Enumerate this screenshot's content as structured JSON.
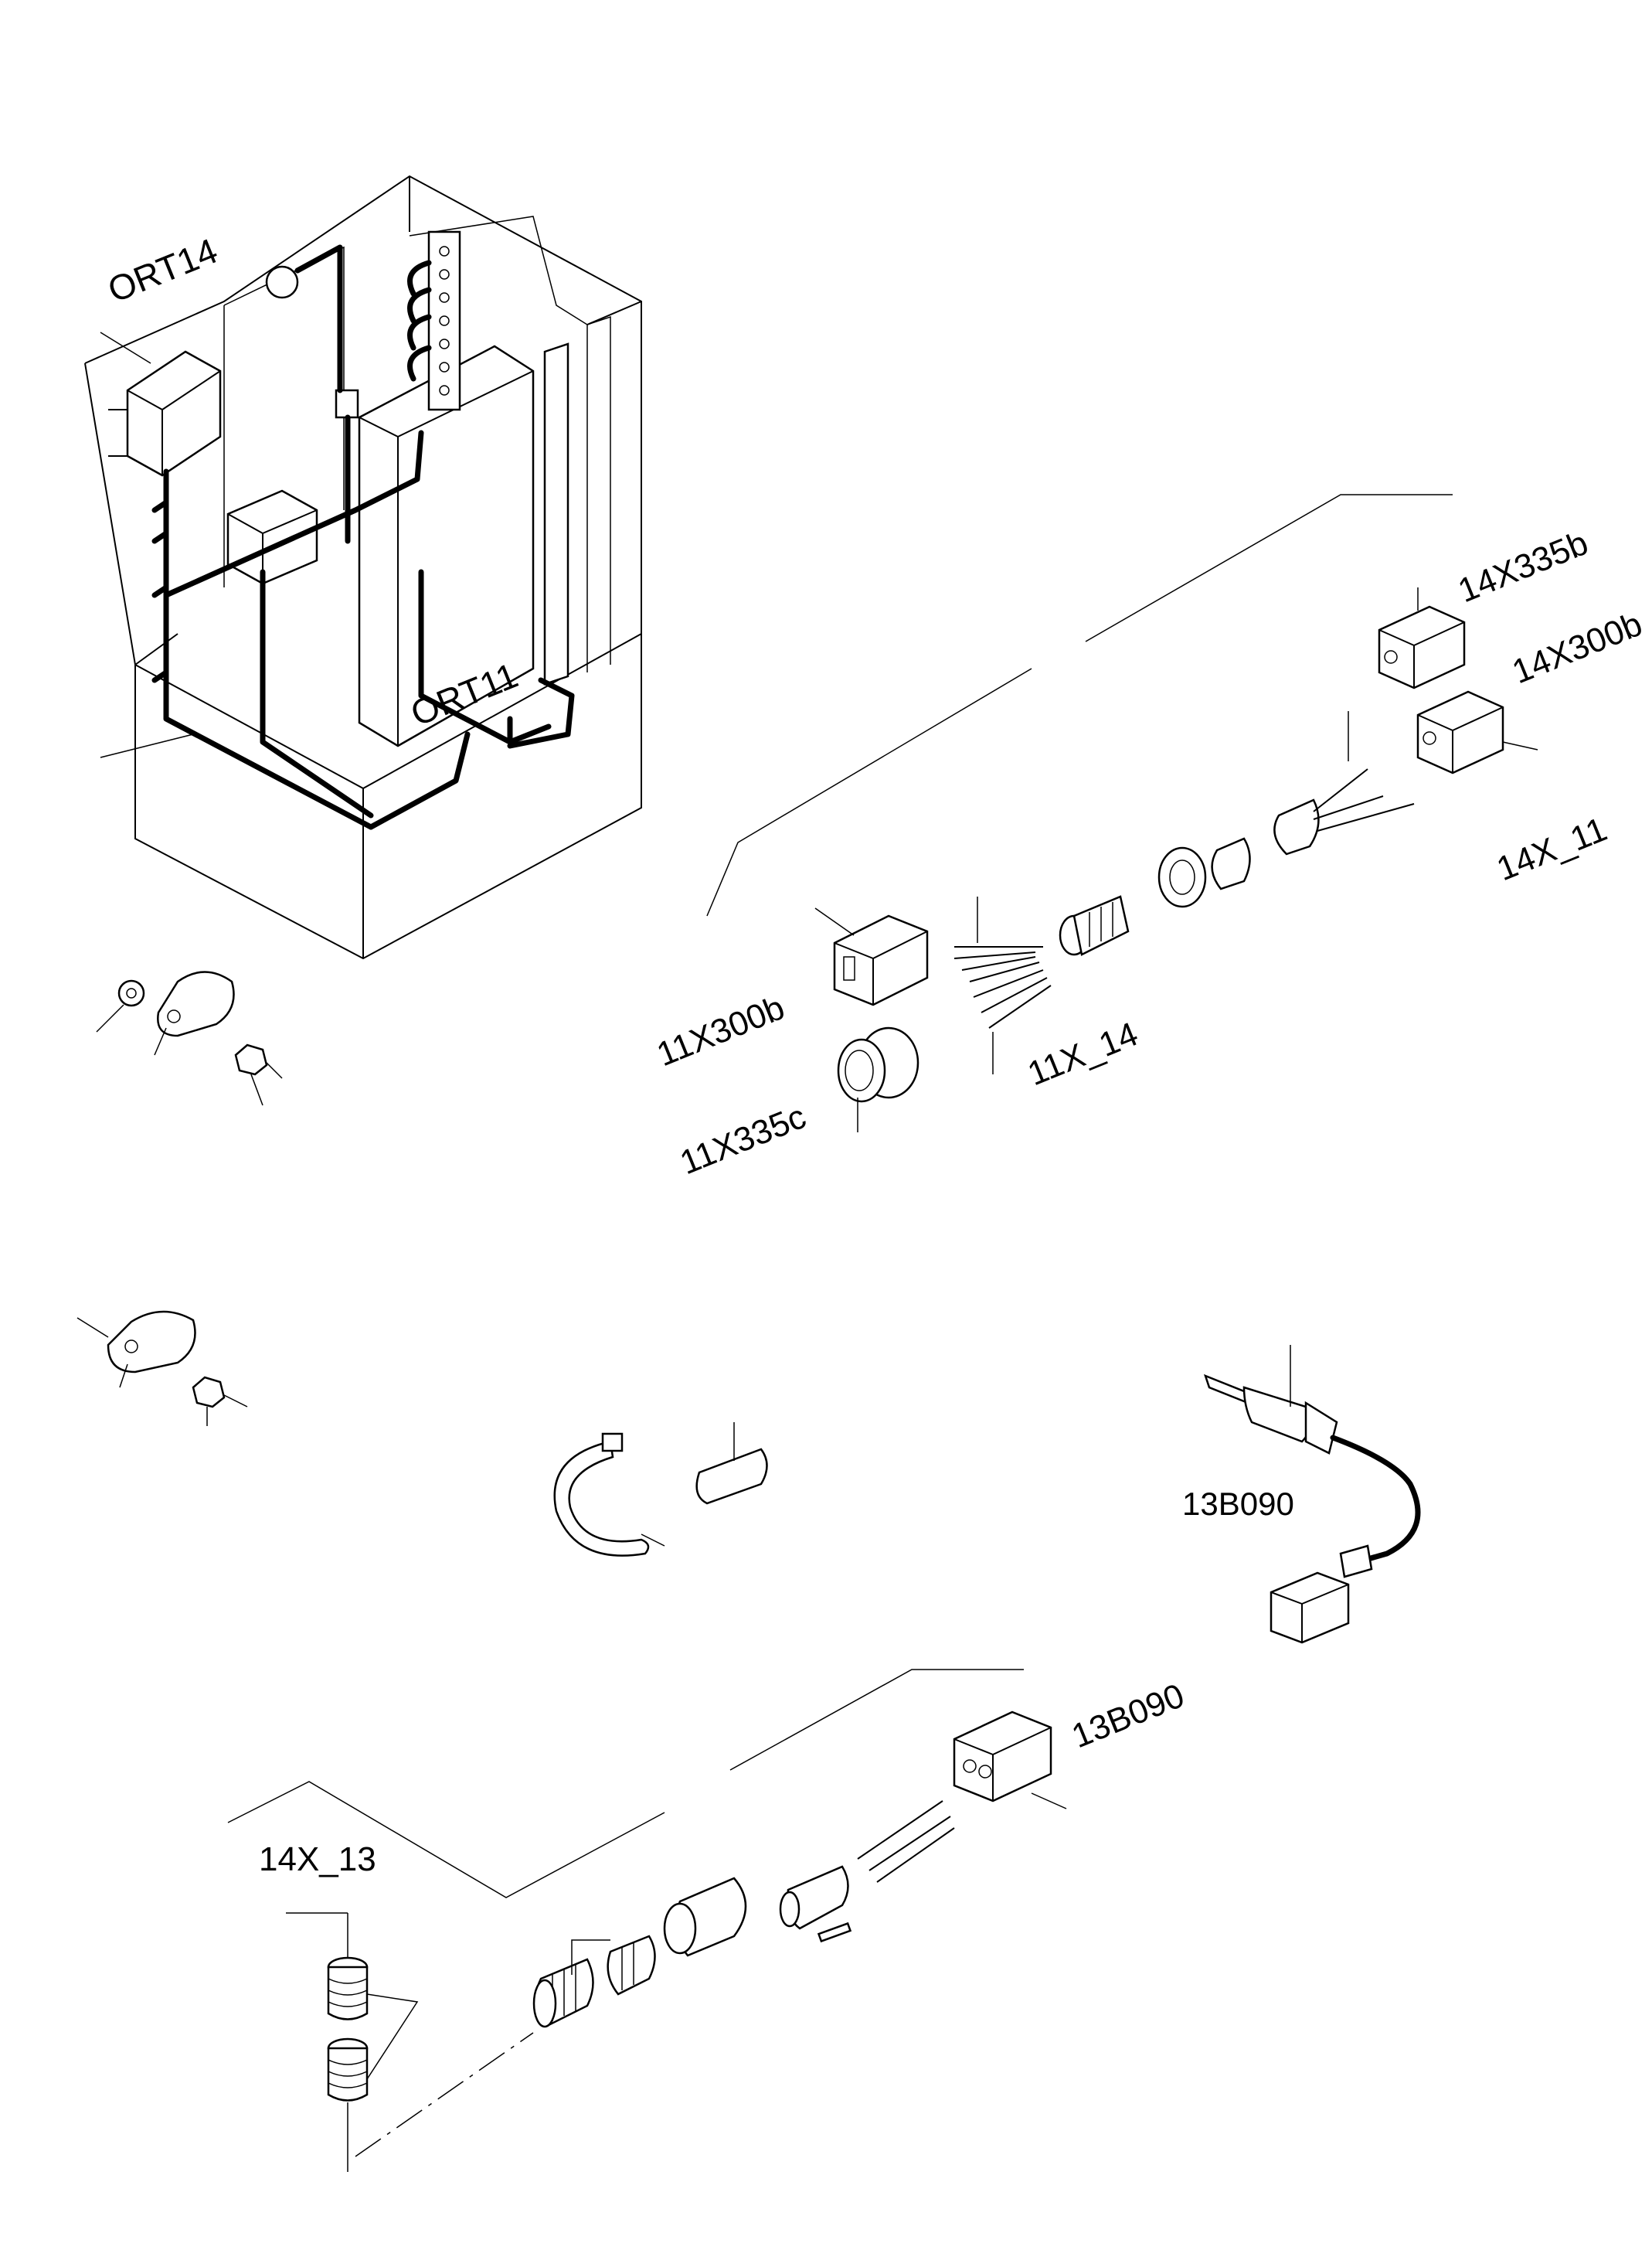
{
  "labels": {
    "ort14": "ORT14",
    "ort11": "ORT11",
    "x14_335b": "14X335b",
    "x14_300b": "14X300b",
    "x14_11": "14X_11",
    "x11_300b": "11X300b",
    "x11_14": "11X_14",
    "x11_335c": "11X335c",
    "b13_090_a": "13B090",
    "b13_090_b": "13B090",
    "x14_13": "14X_13"
  }
}
